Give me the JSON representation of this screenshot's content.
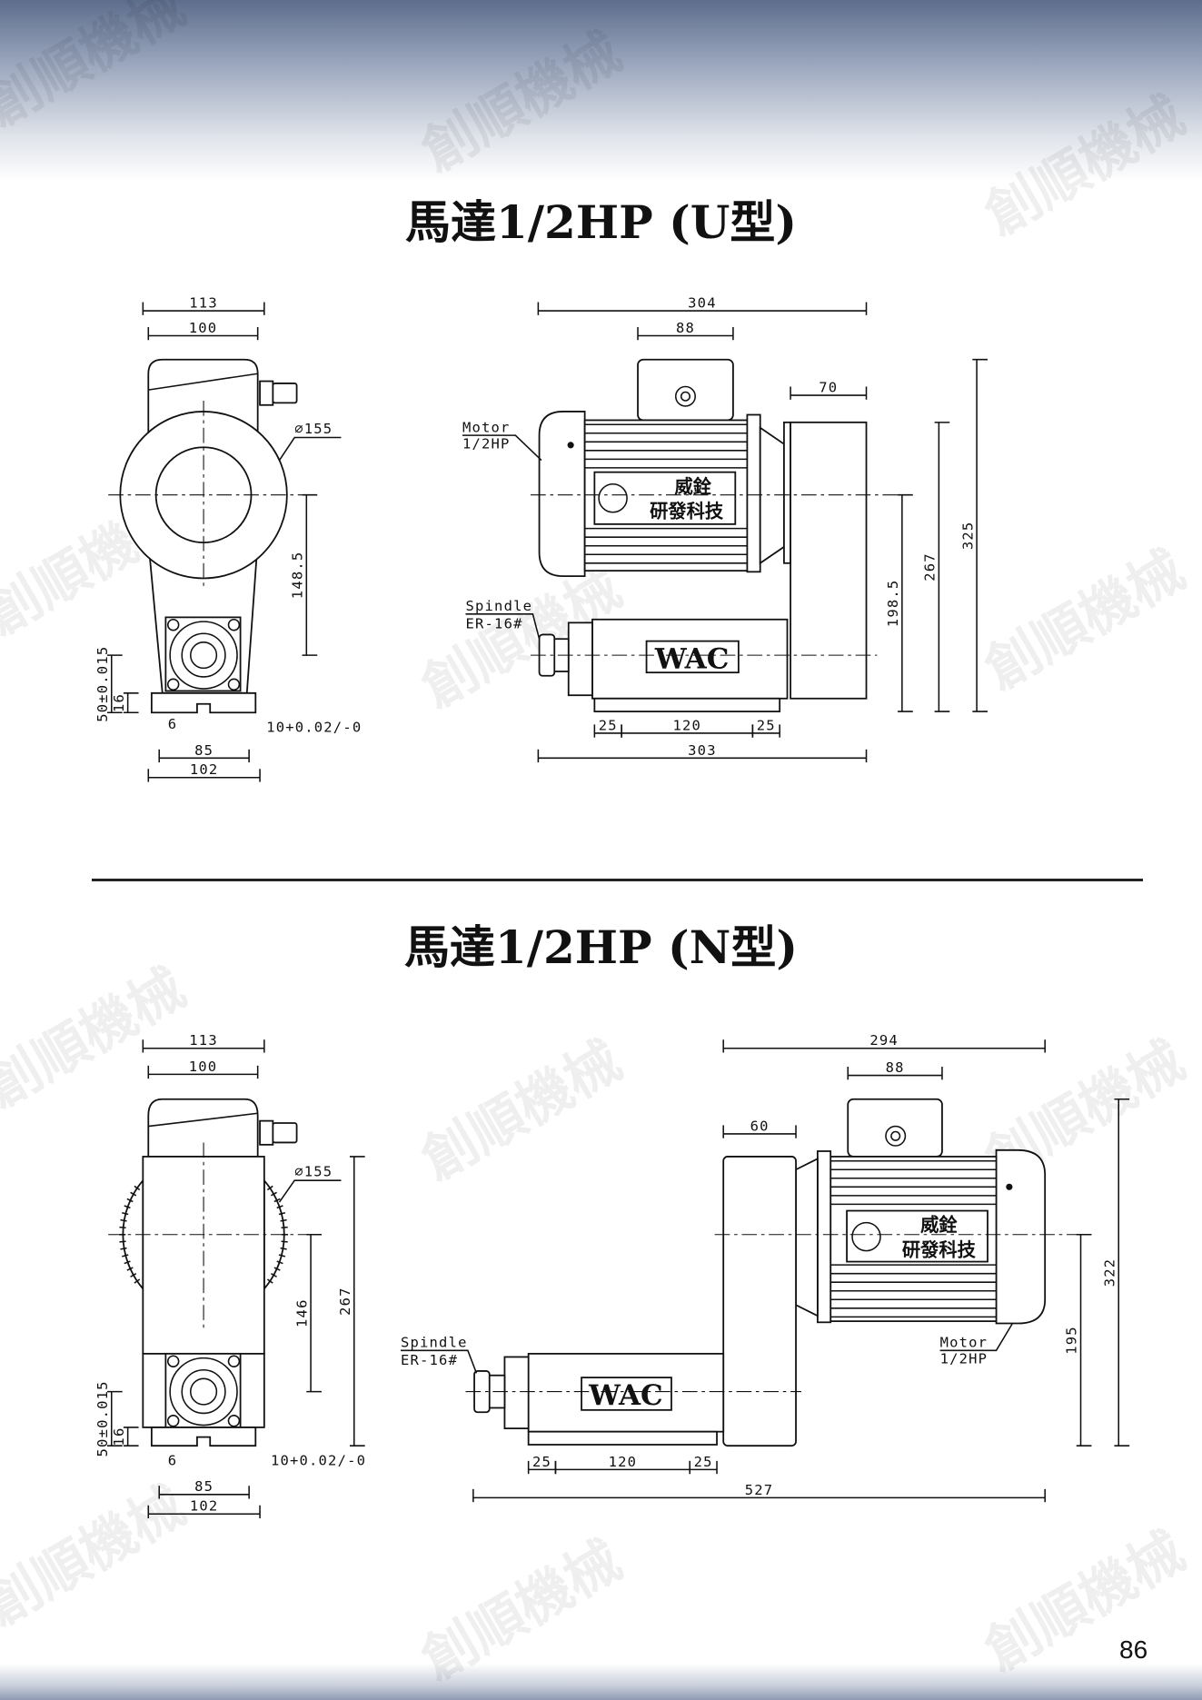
{
  "watermark": "創順機械",
  "page_number": "86",
  "sections": [
    {
      "title": "馬達1/2HP (U型)",
      "front_view": {
        "dims": {
          "w_outer": "113",
          "w_inner": "100",
          "dia": "⌀155",
          "h_center": "148.5",
          "h_spindle": "50±0.015",
          "base_h": "16",
          "slot": "6",
          "key": "10+0.02/-0",
          "hole_pitch": "85",
          "base_w": "102"
        }
      },
      "side_view": {
        "dims": {
          "total_w": "304",
          "box_w": "88",
          "gear_w": "70",
          "h_total": "325",
          "h_gear": "267",
          "h_motor": "198.5",
          "mount_a": "25",
          "mount_b": "120",
          "mount_c": "25",
          "bottom_w": "303"
        },
        "motor_label": [
          "Motor",
          "1/2HP"
        ],
        "spindle_label": [
          "Spindle",
          "ER-16#"
        ],
        "brand_plate": [
          "威銓",
          "研發科技"
        ],
        "spindle_brand": "WAC"
      }
    },
    {
      "title": "馬達1/2HP (N型)",
      "front_view": {
        "dims": {
          "w_outer": "113",
          "w_inner": "100",
          "dia": "⌀155",
          "h_center": "146",
          "h_total": "267",
          "h_spindle": "50±0.015",
          "base_h": "16",
          "slot": "6",
          "key": "10+0.02/-0",
          "hole_pitch": "85",
          "base_w": "102"
        }
      },
      "side_view": {
        "dims": {
          "total_w": "294",
          "box_w": "88",
          "gear_w": "60",
          "h_total": "322",
          "h_motor": "195",
          "mount_a": "25",
          "mount_b": "120",
          "mount_c": "25",
          "bottom_w": "527"
        },
        "motor_label": [
          "Motor",
          "1/2HP"
        ],
        "spindle_label": [
          "Spindle",
          "ER-16#"
        ],
        "brand_plate": [
          "威銓",
          "研發科技"
        ],
        "spindle_brand": "WAC"
      }
    }
  ]
}
